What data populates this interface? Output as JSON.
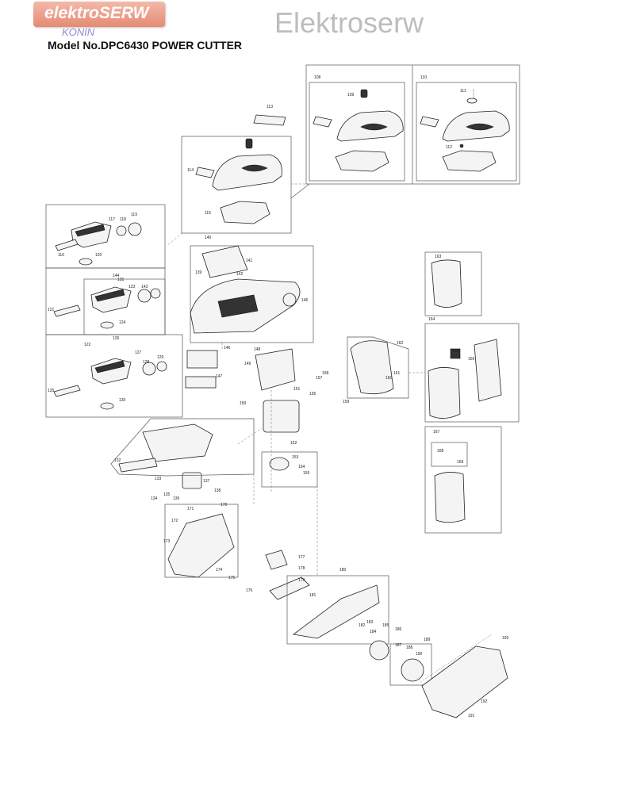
{
  "header": {
    "logo_text": "elektroSERW",
    "logo_sub": "KONIN",
    "watermark": "Elektroserw",
    "model_title": "Model No.DPC6430 POWER CUTTER"
  },
  "parts": [
    {
      "num": "108"
    },
    {
      "num": "109"
    },
    {
      "num": "110"
    },
    {
      "num": "111"
    },
    {
      "num": "112"
    },
    {
      "num": "113"
    },
    {
      "num": "114"
    },
    {
      "num": "115"
    },
    {
      "num": "116"
    },
    {
      "num": "117"
    },
    {
      "num": "118"
    },
    {
      "num": "119"
    },
    {
      "num": "120"
    },
    {
      "num": "121"
    },
    {
      "num": "122"
    },
    {
      "num": "123"
    },
    {
      "num": "124"
    },
    {
      "num": "125"
    },
    {
      "num": "126"
    },
    {
      "num": "127"
    },
    {
      "num": "128"
    },
    {
      "num": "129"
    },
    {
      "num": "130"
    },
    {
      "num": "131"
    },
    {
      "num": "132"
    },
    {
      "num": "133"
    },
    {
      "num": "134"
    },
    {
      "num": "135"
    },
    {
      "num": "136"
    },
    {
      "num": "137"
    },
    {
      "num": "138"
    },
    {
      "num": "139"
    },
    {
      "num": "140"
    },
    {
      "num": "141"
    },
    {
      "num": "142"
    },
    {
      "num": "143"
    },
    {
      "num": "144"
    },
    {
      "num": "145"
    },
    {
      "num": "146"
    },
    {
      "num": "147"
    },
    {
      "num": "148"
    },
    {
      "num": "149"
    },
    {
      "num": "150"
    },
    {
      "num": "151"
    },
    {
      "num": "152"
    },
    {
      "num": "153"
    },
    {
      "num": "154"
    },
    {
      "num": "155"
    },
    {
      "num": "156"
    },
    {
      "num": "157"
    },
    {
      "num": "158"
    },
    {
      "num": "159"
    },
    {
      "num": "160"
    },
    {
      "num": "161"
    },
    {
      "num": "162"
    },
    {
      "num": "163"
    },
    {
      "num": "164"
    },
    {
      "num": "165"
    },
    {
      "num": "166"
    },
    {
      "num": "167"
    },
    {
      "num": "168"
    },
    {
      "num": "169"
    },
    {
      "num": "170"
    },
    {
      "num": "171"
    },
    {
      "num": "172"
    },
    {
      "num": "173"
    },
    {
      "num": "174"
    },
    {
      "num": "175"
    },
    {
      "num": "176"
    },
    {
      "num": "177"
    },
    {
      "num": "178"
    },
    {
      "num": "179"
    },
    {
      "num": "180"
    },
    {
      "num": "181"
    },
    {
      "num": "182"
    },
    {
      "num": "183"
    },
    {
      "num": "184"
    },
    {
      "num": "185"
    },
    {
      "num": "186"
    },
    {
      "num": "187"
    },
    {
      "num": "188"
    },
    {
      "num": "189"
    },
    {
      "num": "190"
    },
    {
      "num": "191"
    },
    {
      "num": "192"
    },
    {
      "num": "193"
    }
  ]
}
